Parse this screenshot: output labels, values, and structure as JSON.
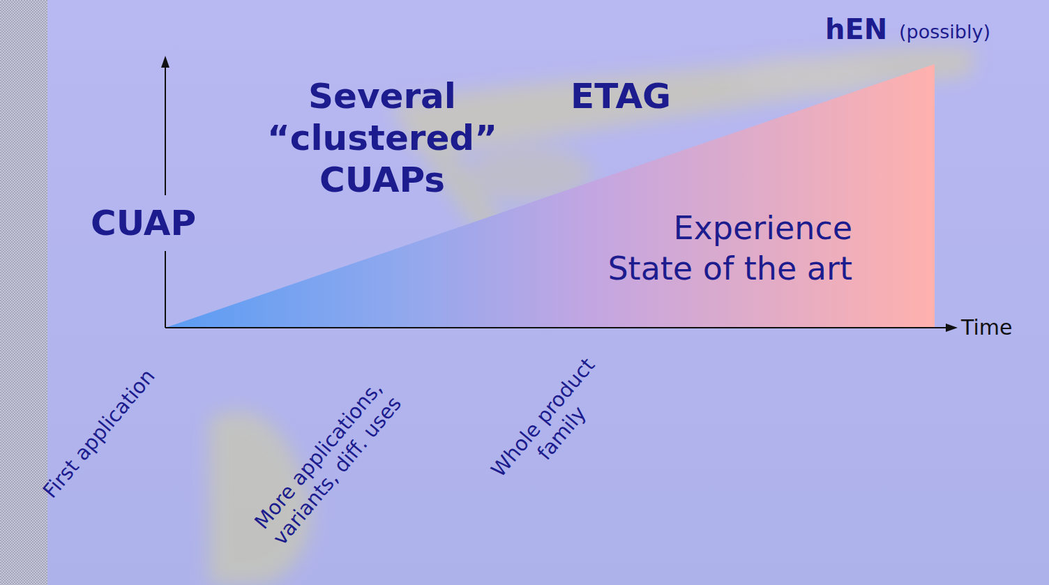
{
  "diagram": {
    "labels": [
      "hEN",
      "(possibly)",
      "Several “clustered” CUAPs",
      "ETAG",
      "CUAP",
      "Experience",
      "State of the art",
      "Time",
      "First application",
      "More applications, variants, diff. uses",
      "Whole product family"
    ]
  }
}
